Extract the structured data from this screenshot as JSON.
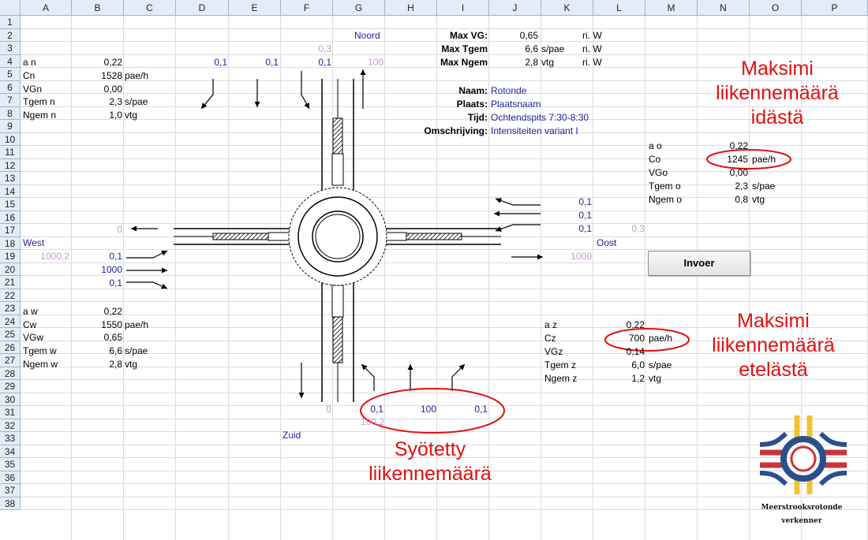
{
  "columns": [
    "A",
    "B",
    "C",
    "D",
    "E",
    "F",
    "G",
    "H",
    "I",
    "J",
    "K",
    "L",
    "M",
    "N",
    "O",
    "P"
  ],
  "rows": [
    "1",
    "2",
    "3",
    "4",
    "5",
    "6",
    "7",
    "8",
    "9",
    "10",
    "11",
    "12",
    "13",
    "14",
    "15",
    "16",
    "17",
    "18",
    "19",
    "20",
    "21",
    "22",
    "23",
    "24",
    "25",
    "26",
    "27",
    "28",
    "29",
    "30",
    "31",
    "32",
    "33",
    "34",
    "35",
    "36",
    "37",
    "38"
  ],
  "north_params": {
    "a_label": "a n",
    "a": "0,22",
    "c_label": "Cn",
    "c": "1528",
    "c_unit": "pae/h",
    "vg_label": "VGn",
    "vg": "0,00",
    "tgem_label": "Tgem n",
    "tgem": "2,3",
    "tgem_unit": "s/pae",
    "ngem_label": "Ngem n",
    "ngem": "1,0",
    "ngem_unit": "vtg"
  },
  "west_params": {
    "a_label": "a w",
    "a": "0,22",
    "c_label": "Cw",
    "c": "1550",
    "c_unit": "pae/h",
    "vg_label": "VGw",
    "vg": "0,65",
    "tgem_label": "Tgem w",
    "tgem": "6,6",
    "tgem_unit": "s/pae",
    "ngem_label": "Ngem w",
    "ngem": "2,8",
    "ngem_unit": "vtg"
  },
  "east_params": {
    "a_label": "a o",
    "a": "0,22",
    "c_label": "Co",
    "c": "1245",
    "c_unit": "pae/h",
    "vg_label": "VGo",
    "vg": "0,00",
    "tgem_label": "Tgem o",
    "tgem": "2,3",
    "tgem_unit": "s/pae",
    "ngem_label": "Ngem o",
    "ngem": "0,8",
    "ngem_unit": "vtg"
  },
  "south_params": {
    "a_label": "a z",
    "a": "0,22",
    "c_label": "Cz",
    "c": "700",
    "c_unit": "pae/h",
    "vg_label": "VGz",
    "vg": "0,14",
    "tgem_label": "Tgem z",
    "tgem": "6,0",
    "tgem_unit": "s/pae",
    "ngem_label": "Ngem z",
    "ngem": "1,2",
    "ngem_unit": "vtg"
  },
  "summary": {
    "max_vg_label": "Max VG:",
    "max_vg": "0,65",
    "max_vg_ri": "ri. W",
    "max_tgem_label": "Max Tgem",
    "max_tgem": "6,6",
    "max_tgem_unit": "s/pae",
    "max_tgem_ri": "ri. W",
    "max_ngem_label": "Max Ngem",
    "max_ngem": "2,8",
    "max_ngem_unit": "vtg",
    "max_ngem_ri": "ri. W"
  },
  "info": {
    "naam_label": "Naam:",
    "naam": "Rotonde",
    "plaats_label": "Plaats:",
    "plaats": "Plaatsnaam",
    "tijd_label": "Tijd:",
    "tijd": "Ochtendspits 7:30-8:30",
    "omschrijving_label": "Omschrijving:",
    "omschrijving": "Intensiteiten variant I"
  },
  "diagram": {
    "noord": "Noord",
    "zuid": "Zuid",
    "west": "West",
    "oost": "Oost",
    "north_in": [
      "0,1",
      "0,1",
      "0,1"
    ],
    "north_total": "0,3",
    "north_out": "100",
    "west_out": "0",
    "west_total": "1000,2",
    "west_in": [
      "0,1",
      "1000",
      "0,1"
    ],
    "east_in": [
      "0,1",
      "0,1",
      "0,1"
    ],
    "east_total": "0,3",
    "east_out": "1000",
    "south_out": "0",
    "south_in": [
      "0,1",
      "100",
      "0,1"
    ],
    "south_total": "100,2"
  },
  "invoer_button": "Invoer",
  "annotations": {
    "east_line1": "Maksimi",
    "east_line2": "liikennemäärä",
    "east_line3": "idästä",
    "south_line1": "Maksimi",
    "south_line2": "liikennemäärä",
    "south_line3": "etelästä",
    "input_line1": "Syötetty",
    "input_line2": "liikennemäärä"
  },
  "logo": {
    "line1": "Meerstrooksrotonde",
    "line2": "verkenner"
  },
  "colors": {
    "blue": "#1f1f9c",
    "pink": "#c79ac9",
    "annotation_red": "#e01010",
    "header_bg": "#e4ecf7",
    "gridline": "#dadcdd",
    "logo_blue": "#2b4f8e",
    "logo_red": "#c9343b",
    "logo_yellow": "#f2c230"
  }
}
